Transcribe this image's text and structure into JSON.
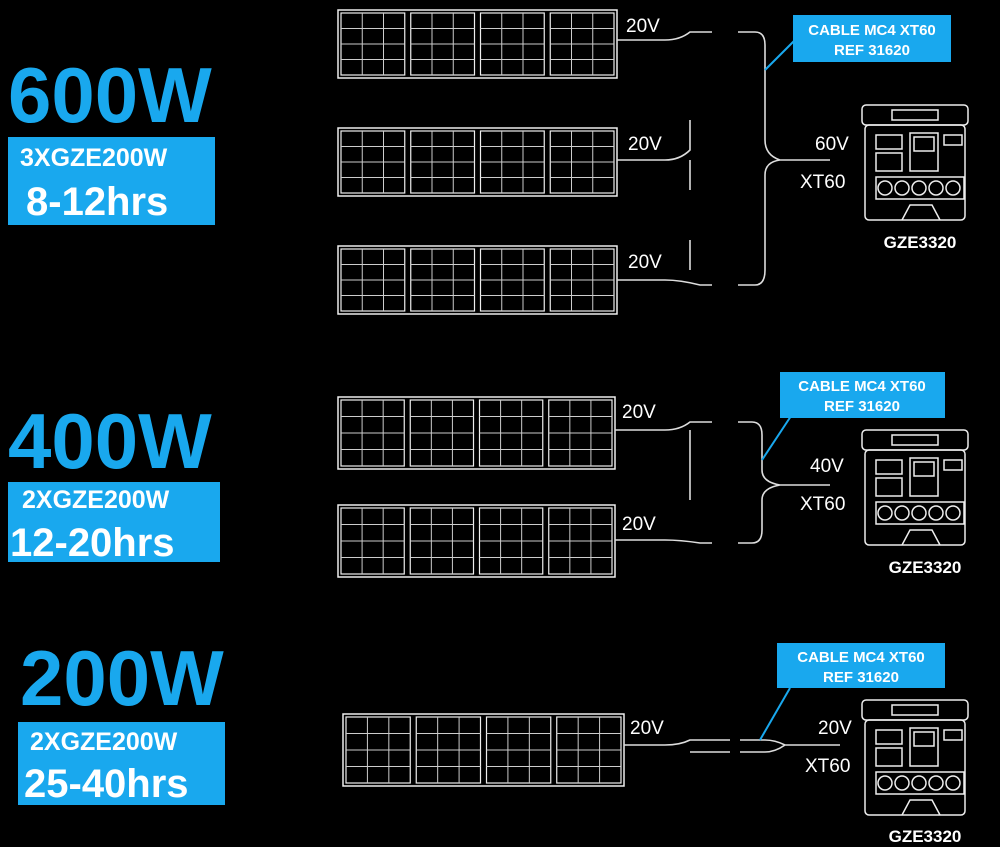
{
  "accent_color": "#19a8ee",
  "sections": [
    {
      "power": "600W",
      "panels_label": "3XGZE200W",
      "duration": "8-12hrs",
      "panel_voltages": [
        "20V",
        "20V",
        "20V"
      ],
      "cable_label_1": "CABLE MC4 XT60",
      "cable_label_2": "REF 31620",
      "output_voltage": "60V",
      "connector": "XT60",
      "station": "GZE3320"
    },
    {
      "power": "400W",
      "panels_label": "2XGZE200W",
      "duration": "12-20hrs",
      "panel_voltages": [
        "20V",
        "20V"
      ],
      "cable_label_1": "CABLE MC4 XT60",
      "cable_label_2": "REF 31620",
      "output_voltage": "40V",
      "connector": "XT60",
      "station": "GZE3320"
    },
    {
      "power": "200W",
      "panels_label": "2XGZE200W",
      "duration": "25-40hrs",
      "panel_voltages": [
        "20V"
      ],
      "cable_label_1": "CABLE MC4 XT60",
      "cable_label_2": "REF 31620",
      "output_voltage": "20V",
      "connector": "XT60",
      "station": "GZE3320"
    }
  ]
}
